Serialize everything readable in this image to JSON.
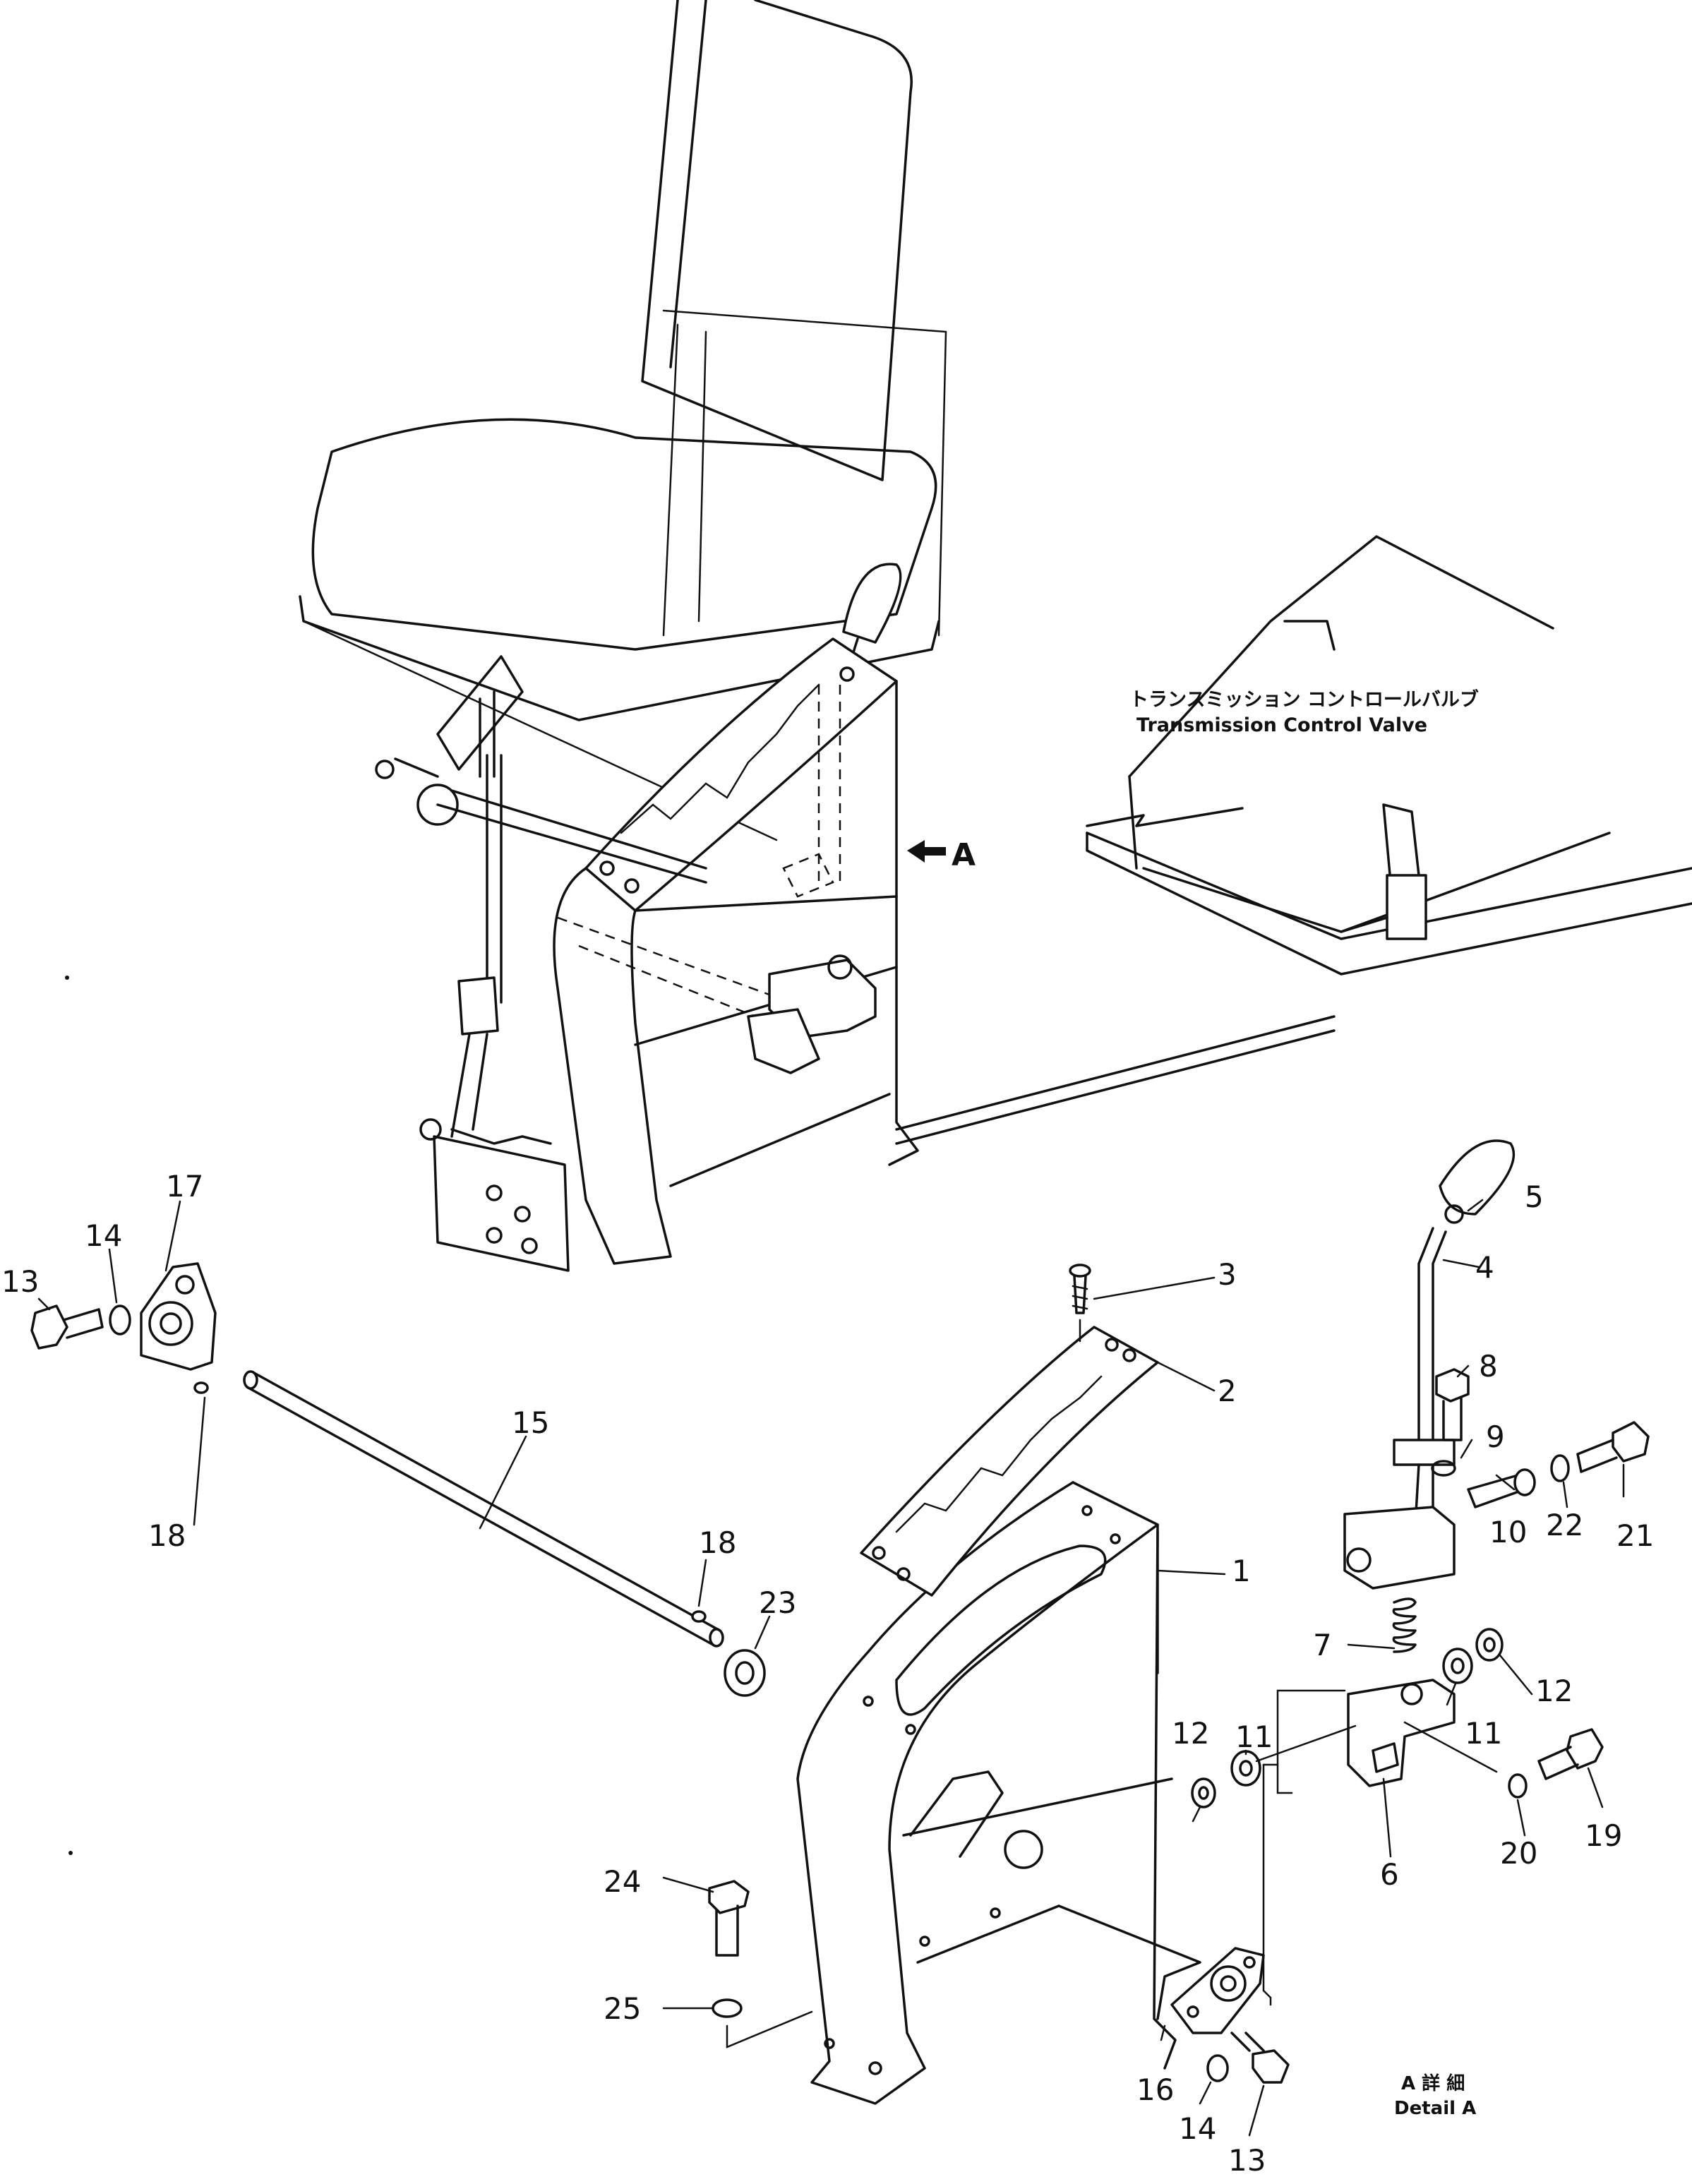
{
  "callouts": [
    {
      "id": "c1",
      "text": "1"
    },
    {
      "id": "c2",
      "text": "2"
    },
    {
      "id": "c3",
      "text": "3"
    },
    {
      "id": "c4",
      "text": "4"
    },
    {
      "id": "c5",
      "text": "5"
    },
    {
      "id": "c6",
      "text": "6"
    },
    {
      "id": "c7",
      "text": "7"
    },
    {
      "id": "c8",
      "text": "8"
    },
    {
      "id": "c9",
      "text": "9"
    },
    {
      "id": "c10",
      "text": "10"
    },
    {
      "id": "c11a",
      "text": "11"
    },
    {
      "id": "c11b",
      "text": "11"
    },
    {
      "id": "c12a",
      "text": "12"
    },
    {
      "id": "c12b",
      "text": "12"
    },
    {
      "id": "c13a",
      "text": "13"
    },
    {
      "id": "c13b",
      "text": "13"
    },
    {
      "id": "c14a",
      "text": "14"
    },
    {
      "id": "c14b",
      "text": "14"
    },
    {
      "id": "c15",
      "text": "15"
    },
    {
      "id": "c16",
      "text": "16"
    },
    {
      "id": "c17",
      "text": "17"
    },
    {
      "id": "c18a",
      "text": "18"
    },
    {
      "id": "c18b",
      "text": "18"
    },
    {
      "id": "c19",
      "text": "19"
    },
    {
      "id": "c20",
      "text": "20"
    },
    {
      "id": "c21",
      "text": "21"
    },
    {
      "id": "c22",
      "text": "22"
    },
    {
      "id": "c23",
      "text": "23"
    },
    {
      "id": "c24",
      "text": "24"
    },
    {
      "id": "c25",
      "text": "25"
    }
  ],
  "labels": {
    "valve_jp": "トランスミッション コントロールバルブ",
    "valve_en": "Transmission Control Valve",
    "view_arrow": "A",
    "detail_jp": "A 詳 細",
    "detail_en": "Detail A"
  }
}
